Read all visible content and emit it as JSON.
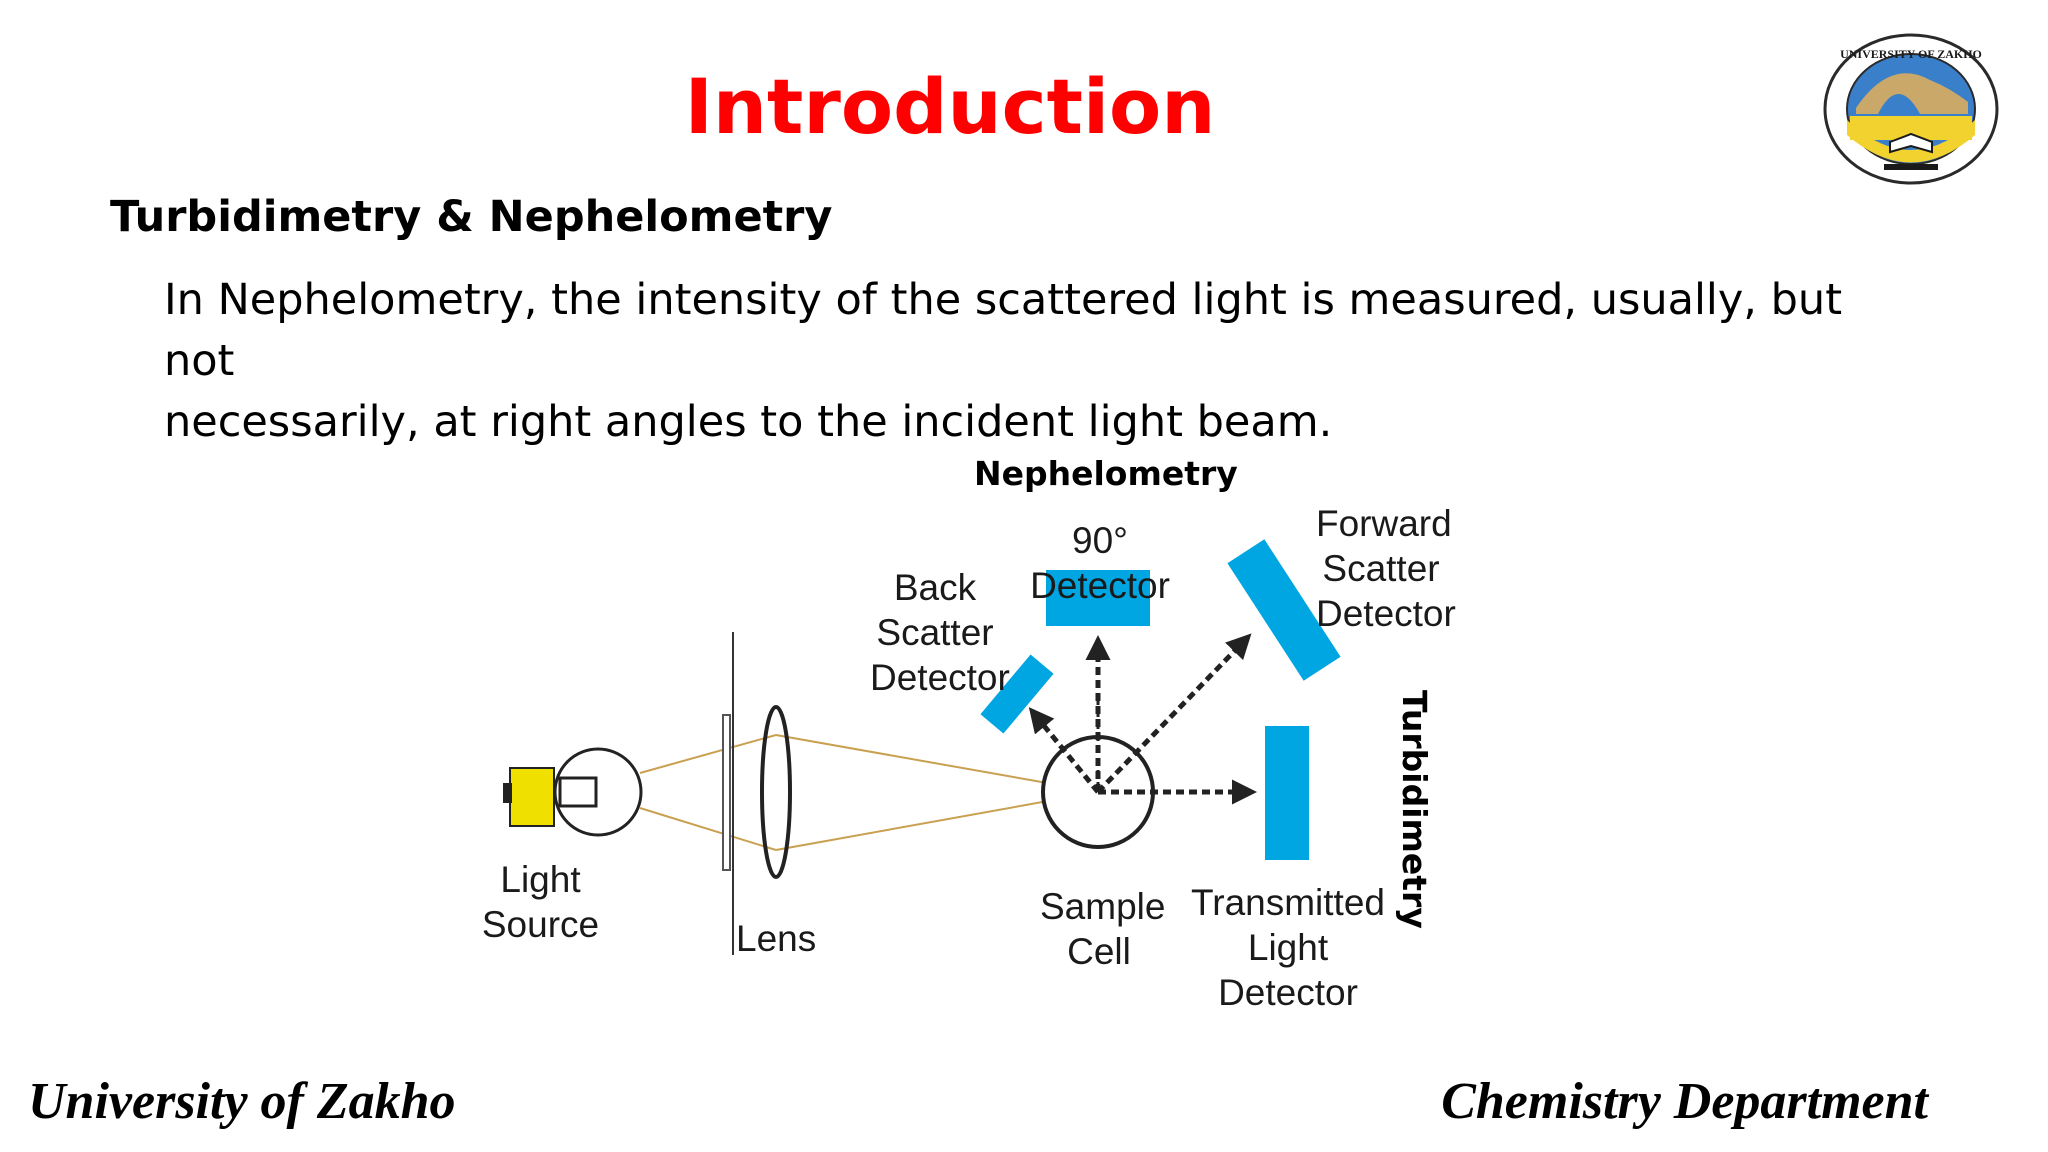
{
  "slide": {
    "title": "Introduction",
    "section_heading": "Turbidimetry & Nephelometry",
    "body_line1": "In Nephelometry, the intensity of the scattered light is measured, usually, but not",
    "body_line2": "necessarily, at right angles to the incident light beam."
  },
  "logo": {
    "ring_text": "UNIVERSITY OF ZAKHO",
    "colors": {
      "ring": "#2a2a2a",
      "sky": "#3a7fc9",
      "ground": "#f2d22e",
      "bridge": "#c9a86a"
    }
  },
  "diagram": {
    "group_label_top": "Nephelometry",
    "group_label_side": "Turbidimetry",
    "labels": {
      "light_source_1": "Light",
      "light_source_2": "Source",
      "lens": "Lens",
      "sample_cell_1": "Sample",
      "sample_cell_2": "Cell",
      "detector_90": "90° Detector",
      "back_scatter_1": "Back",
      "back_scatter_2": "Scatter",
      "back_scatter_3": "Detector",
      "forward_scatter_1": "Forward",
      "forward_scatter_2": "Scatter",
      "forward_scatter_3": "Detector",
      "transmitted_1": "Transmitted",
      "transmitted_2": "Light Detector"
    },
    "colors": {
      "detector": "#00a6e2",
      "lamp": "#f0e000",
      "beam": "#c8a050",
      "arrow": "#222222"
    }
  },
  "footer": {
    "left": "University of Zakho",
    "right": "Chemistry Department"
  }
}
